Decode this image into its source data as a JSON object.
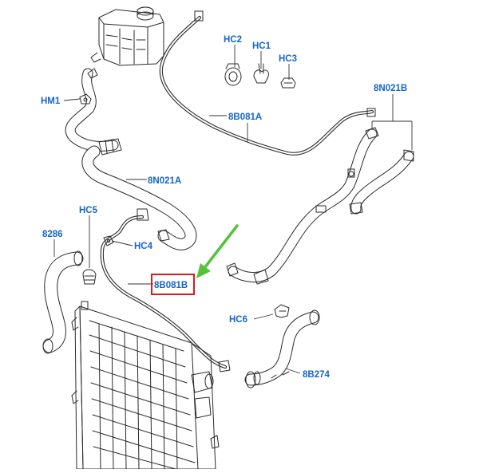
{
  "diagram": {
    "highlight_color": "#d81b1b",
    "arrow_color": "#55c23a",
    "label_color": "#1565c8",
    "highlighted_part": "8B081B",
    "labels": {
      "hc2": "HC2",
      "hc1": "HC1",
      "hc3": "HC3",
      "hm1": "HM1",
      "p8b081a": "8B081A",
      "p8n021b": "8N021B",
      "p8n021a": "8N021A",
      "hc5": "HC5",
      "p8286": "8286",
      "hc4": "HC4",
      "p8b081b": "8B081B",
      "hc6": "HC6",
      "p8b274": "8B274"
    }
  }
}
